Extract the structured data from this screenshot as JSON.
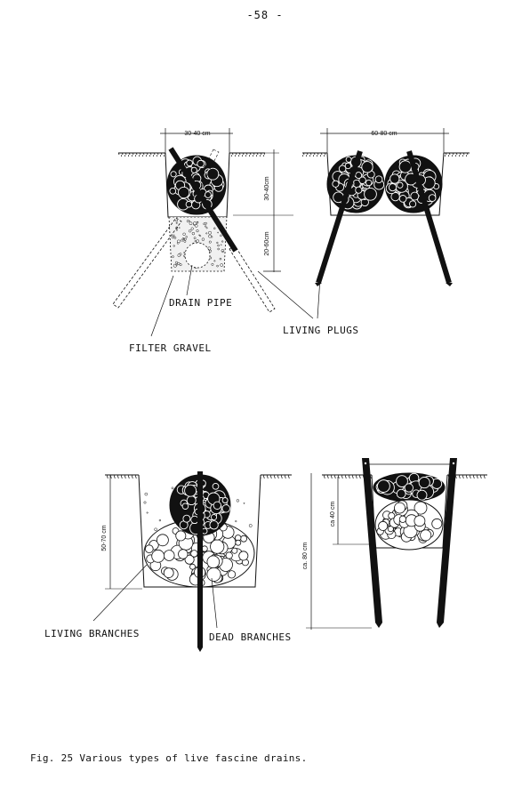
{
  "page_number": "-58 -",
  "figure": {
    "top_left": {
      "width_dim": "30-40 cm",
      "depth_dim_upper": "30-40cm",
      "depth_dim_lower": "20-60cm",
      "label_drain_pipe": "DRAIN PIPE",
      "label_filter_gravel": "FILTER GRAVEL"
    },
    "top_right": {
      "width_dim": "60-80 cm",
      "label_living_plugs": "LIVING PLUGS"
    },
    "bottom_left": {
      "depth_dim": "50-70 cm",
      "label_living_branches": "LIVING BRANCHES",
      "label_dead_branches": "DEAD BRANCHES"
    },
    "bottom_right": {
      "depth_dim_upper": "ca 40 cm",
      "depth_dim_total": "ca. 80 cm"
    }
  },
  "caption": "Fig. 25  Various types of live fascine drains."
}
